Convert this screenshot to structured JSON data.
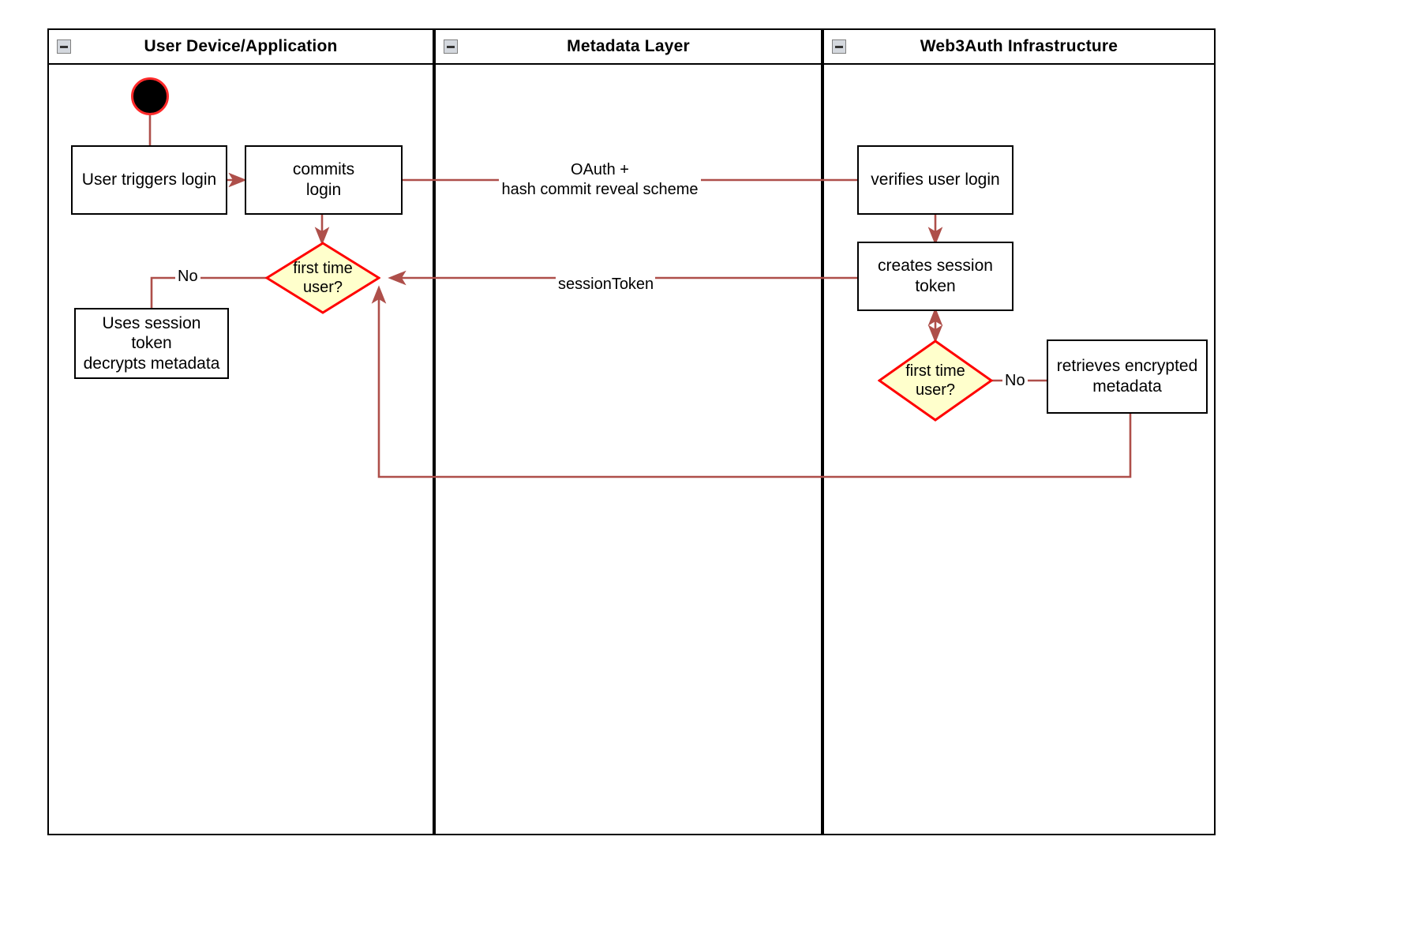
{
  "diagram": {
    "type": "uml-activity-swimlane",
    "title": "Web3Auth login flow",
    "colors": {
      "lane_border": "#000000",
      "node_border": "#000000",
      "node_fill": "#ffffff",
      "decision_fill": "#ffffcc",
      "decision_border": "#ff0000",
      "edge": "#ae4f4a",
      "start_node_fill": "#000000",
      "start_node_ring": "#ff2a2a",
      "collapse_icon_fill": "#d4d8de"
    }
  },
  "lanes": [
    {
      "id": "user-device",
      "title": "User Device/Application",
      "collapse_icon": "minus-box-icon"
    },
    {
      "id": "metadata-layer",
      "title": "Metadata Layer",
      "collapse_icon": "minus-box-icon"
    },
    {
      "id": "web3auth",
      "title": "Web3Auth Infrastructure",
      "collapse_icon": "minus-box-icon"
    }
  ],
  "nodes": {
    "start": {
      "kind": "initial-node",
      "label": ""
    },
    "user_triggers_login": {
      "kind": "action",
      "label": "User triggers login"
    },
    "commits_login": {
      "kind": "action",
      "label": "commits\nlogin",
      "line1": "commits",
      "line2": "login"
    },
    "decision_left": {
      "kind": "decision",
      "label": "first time\nuser?",
      "line1": "first time",
      "line2": "user?"
    },
    "uses_session_token": {
      "kind": "action",
      "label": "Uses session\ntoken\ndecrypts metadata",
      "line1": "Uses session",
      "line2": "token",
      "line3": "decrypts metadata"
    },
    "verifies_user_login": {
      "kind": "action",
      "label": "verifies user login"
    },
    "creates_session_token": {
      "kind": "action",
      "label": "creates session\ntoken",
      "line1": "creates session",
      "line2": "token"
    },
    "decision_right": {
      "kind": "decision",
      "label": "first time\nuser?",
      "line1": "first time",
      "line2": "user?"
    },
    "retrieves_encrypted_metadata": {
      "kind": "action",
      "label": "retrieves encrypted\nmetadata",
      "line1": "retrieves encrypted",
      "line2": "metadata"
    }
  },
  "edge_labels": {
    "oauth_line1": "OAuth +",
    "oauth_line2": "hash commit reveal scheme",
    "session_token": "sessionToken",
    "no_left": "No",
    "no_right": "No"
  }
}
